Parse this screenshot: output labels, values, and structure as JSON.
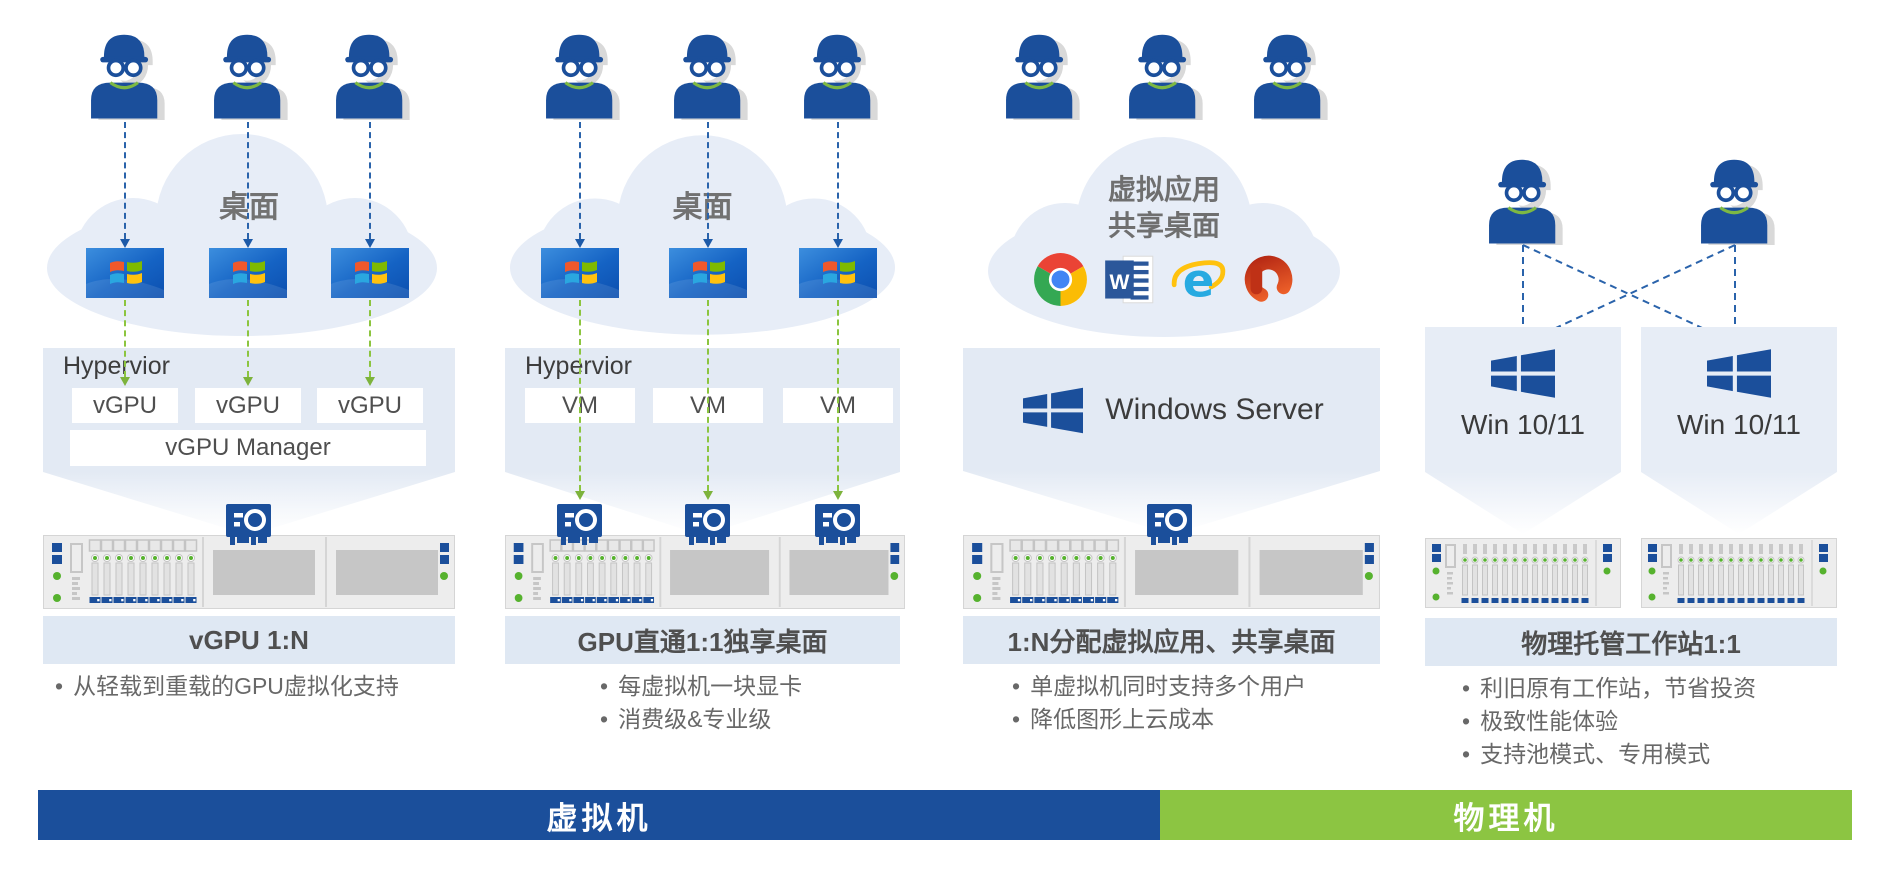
{
  "colors": {
    "primary_blue": "#1b4f9b",
    "accent_green": "#8cc53f",
    "panel_bg": "#e3eaf4",
    "cloud_bg": "#e7edf7",
    "title_bar_bg": "#dfe8f3"
  },
  "icons": {
    "word_letter": "W",
    "ie_letter": "e",
    "app_icons": [
      "chrome-icon",
      "word-icon",
      "internet-explorer-icon",
      "office-icon"
    ]
  },
  "columns": [
    {
      "cloud_label": "桌面",
      "hypervisor_label": "Hypervior",
      "unit_boxes": [
        "vGPU",
        "vGPU",
        "vGPU"
      ],
      "manager_label": "vGPU Manager",
      "title": "vGPU 1:N",
      "bullets": [
        "从轻载到重载的GPU虚拟化支持"
      ]
    },
    {
      "cloud_label": "桌面",
      "hypervisor_label": "Hypervior",
      "unit_boxes": [
        "VM",
        "VM",
        "VM"
      ],
      "title": "GPU直通1:1独享桌面",
      "bullets": [
        "每虚拟机一块显卡",
        "消费级&专业级"
      ]
    },
    {
      "cloud_label_line1": "虚拟应用",
      "cloud_label_line2": "共享桌面",
      "server_label": "Windows Server",
      "title": "1:N分配虚拟应用、共享桌面",
      "bullets": [
        "单虚拟机同时支持多个用户",
        "降低图形上云成本"
      ]
    },
    {
      "os_labels": [
        "Win 10/11",
        "Win 10/11"
      ],
      "title": "物理托管工作站1:1",
      "bullets": [
        "利旧原有工作站，节省投资",
        "极致性能体验",
        "支持池模式、专用模式"
      ]
    }
  ],
  "footer": {
    "virtual_label": "虚拟机",
    "physical_label": "物理机"
  }
}
